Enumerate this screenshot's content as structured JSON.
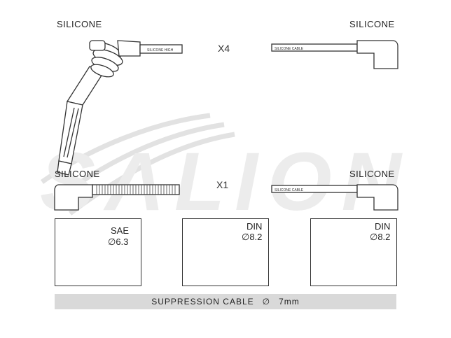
{
  "top_row": {
    "left_label": "SILICONE",
    "right_label": "SILICONE",
    "multiplier": "X4",
    "cable_print": "SILICONE CABLE"
  },
  "middle_row": {
    "left_label": "SILICONE",
    "right_label": "SILICONE",
    "multiplier": "X1",
    "cable_print": "SILICONE CABLE"
  },
  "boxes": [
    {
      "name": "spark-plug-box",
      "standard": "SAE",
      "diameter": "∅6.3"
    },
    {
      "name": "distributor-cap-box-1",
      "standard": "DIN",
      "diameter": "∅8.2"
    },
    {
      "name": "distributor-cap-box-2",
      "standard": "DIN",
      "diameter": "∅8.2"
    }
  ],
  "footer": {
    "label": "SUPPRESSION CABLE",
    "diameter_symbol": "∅",
    "diameter_value": "7mm"
  },
  "watermark": "SALION",
  "colors": {
    "line": "#333333",
    "footer_bg": "#d9d9d9",
    "watermark": "#e6e6e6"
  }
}
